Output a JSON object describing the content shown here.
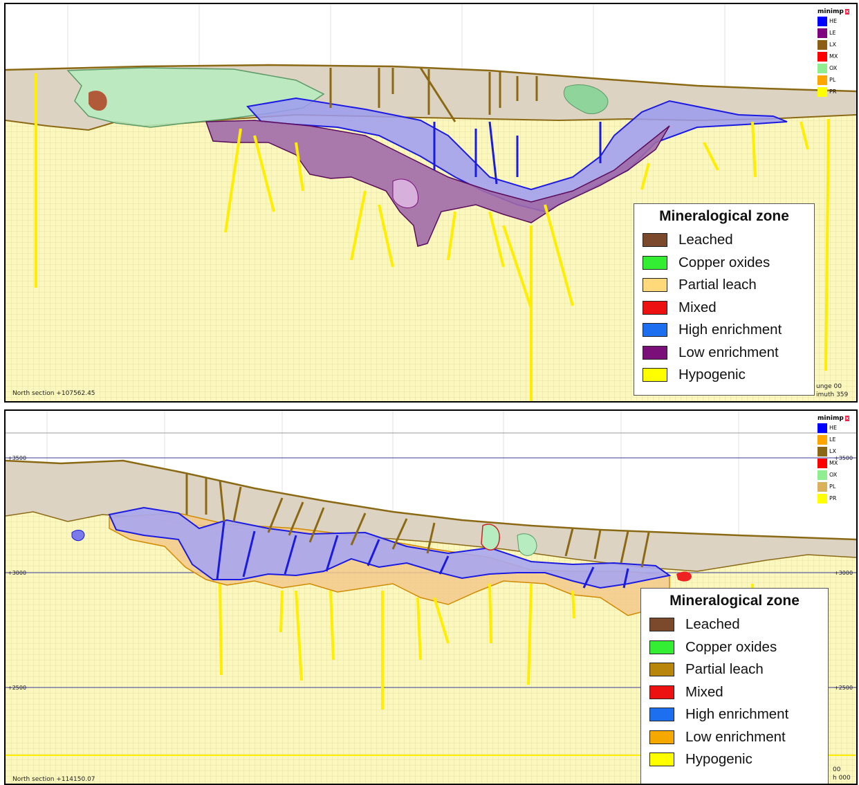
{
  "top_panel": {
    "section_label": "North section +107562.45",
    "plunge_label": "unge 00",
    "azimuth_label": "imuth 359",
    "mini_legend": {
      "title": "minimp",
      "items": [
        {
          "code": "HE",
          "color": "#0000ff"
        },
        {
          "code": "LE",
          "color": "#800080"
        },
        {
          "code": "LX",
          "color": "#8b5e14"
        },
        {
          "code": "MX",
          "color": "#ff0000"
        },
        {
          "code": "OX",
          "color": "#90ee90"
        },
        {
          "code": "PL",
          "color": "#ffa500"
        },
        {
          "code": "PR",
          "color": "#ffff00"
        }
      ]
    },
    "legend": {
      "title": "Mineralogical zone",
      "items": [
        {
          "label": "Leached",
          "color": "#7b4a2d"
        },
        {
          "label": "Copper oxides",
          "color": "#33ee33"
        },
        {
          "label": "Partial leach",
          "color": "#ffd97a"
        },
        {
          "label": "Mixed",
          "color": "#ee1111"
        },
        {
          "label": "High enrichment",
          "color": "#1e6ff0"
        },
        {
          "label": "Low enrichment",
          "color": "#7a0f7a"
        },
        {
          "label": "Hypogenic",
          "color": "#ffff00"
        }
      ]
    }
  },
  "bottom_panel": {
    "section_label": "North section +114150.07",
    "plunge_label": "00",
    "azimuth_label": "h 000",
    "elevations": {
      "e3500": "+3500",
      "e3000": "+3000",
      "e2500": "+2500"
    },
    "mini_legend": {
      "title": "minimp",
      "items": [
        {
          "code": "HE",
          "color": "#0000ff"
        },
        {
          "code": "LE",
          "color": "#ffa500"
        },
        {
          "code": "LX",
          "color": "#8b6914"
        },
        {
          "code": "MX",
          "color": "#ff0000"
        },
        {
          "code": "OX",
          "color": "#90ee90"
        },
        {
          "code": "PL",
          "color": "#d9b15a"
        },
        {
          "code": "PR",
          "color": "#ffff00"
        }
      ]
    },
    "legend": {
      "title": "Mineralogical zone",
      "items": [
        {
          "label": "Leached",
          "color": "#7b4a2d"
        },
        {
          "label": "Copper oxides",
          "color": "#33ee33"
        },
        {
          "label": "Partial leach",
          "color": "#b8860b"
        },
        {
          "label": "Mixed",
          "color": "#ee1111"
        },
        {
          "label": "High enrichment",
          "color": "#1e6ff0"
        },
        {
          "label": "Low enrichment",
          "color": "#f5a800"
        },
        {
          "label": "Hypogenic",
          "color": "#ffff00"
        }
      ]
    }
  }
}
